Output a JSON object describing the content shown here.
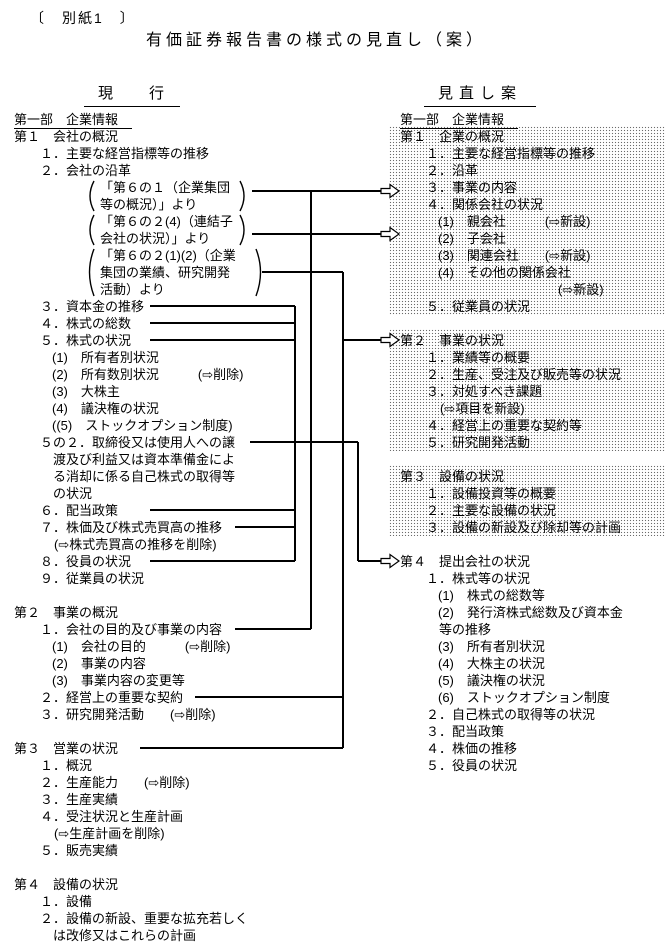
{
  "page": {
    "tag": "〔　別紙1　〕",
    "title": "有価証券報告書の様式の見直し（案）",
    "current_header": "現　　行",
    "revised_header": "見直し案"
  },
  "colors": {
    "ink": "#000000",
    "paper": "#ffffff",
    "shade_dots": "#6b6b6b"
  },
  "icons": {
    "arrow_right_hollow": "⇨"
  },
  "left": {
    "rows": [
      {
        "t": "第一部　企業情報",
        "lv": "part",
        "u": true
      },
      {
        "t": "第１　会社の概況",
        "lv": "part"
      },
      {
        "t": "１．主要な経営指標等の推移",
        "lv": "num"
      },
      {
        "t": "２．会社の沿革",
        "lv": "num"
      },
      {
        "t": "「第６の１（企業集団",
        "lv": "bkt"
      },
      {
        "t": "等の概況）」より",
        "lv": "bkt"
      },
      {
        "t": "「第６の２(4)（連結子",
        "lv": "bkt"
      },
      {
        "t": "会社の状況）」より",
        "lv": "bkt"
      },
      {
        "t": "「第６の２(1)(2)（企業",
        "lv": "bkt"
      },
      {
        "t": "集団の業績、研究開発",
        "lv": "bkt"
      },
      {
        "t": "活動）より",
        "lv": "bkt"
      },
      {
        "t": "３．資本金の推移",
        "lv": "num"
      },
      {
        "t": "４．株式の総数",
        "lv": "num"
      },
      {
        "t": "５．株式の状況",
        "lv": "num"
      },
      {
        "t": "(1)　所有者別状況",
        "lv": "sub"
      },
      {
        "t": "(2)　所有数別状況　　　(⇨削除)",
        "lv": "sub"
      },
      {
        "t": "(3)　大株主",
        "lv": "sub"
      },
      {
        "t": "(4)　議決権の状況",
        "lv": "sub"
      },
      {
        "t": "((5)　ストックオプション制度)",
        "lv": "sub"
      },
      {
        "t": "５の２．取締役又は使用人への譲",
        "lv": "num"
      },
      {
        "t": "渡及び利益又は資本準備金によ",
        "lv": "cont"
      },
      {
        "t": "る消却に係る自己株式の取得等",
        "lv": "cont"
      },
      {
        "t": "の状況",
        "lv": "cont"
      },
      {
        "t": "６．配当政策",
        "lv": "num"
      },
      {
        "t": "７．株価及び株式売買高の推移",
        "lv": "num"
      },
      {
        "t": "(⇨株式売買高の推移を削除)",
        "lv": "note"
      },
      {
        "t": "８．役員の状況",
        "lv": "num"
      },
      {
        "t": "９．従業員の状況",
        "lv": "num"
      },
      {
        "sp": true
      },
      {
        "t": "第２　事業の概況",
        "lv": "part"
      },
      {
        "t": "１．会社の目的及び事業の内容",
        "lv": "num"
      },
      {
        "t": "(1)　会社の目的　　　(⇨削除)",
        "lv": "sub"
      },
      {
        "t": "(2)　事業の内容",
        "lv": "sub"
      },
      {
        "t": "(3)　事業内容の変更等",
        "lv": "sub"
      },
      {
        "t": "２．経営上の重要な契約",
        "lv": "num"
      },
      {
        "t": "３．研究開発活動　　(⇨削除)",
        "lv": "num"
      },
      {
        "sp": true
      },
      {
        "t": "第３　営業の状況",
        "lv": "part"
      },
      {
        "t": "１．概況",
        "lv": "num"
      },
      {
        "t": "２．生産能力　　(⇨削除)",
        "lv": "num"
      },
      {
        "t": "３．生産実績",
        "lv": "num"
      },
      {
        "t": "４．受注状況と生産計画",
        "lv": "num"
      },
      {
        "t": "(⇨生産計画を削除)",
        "lv": "note"
      },
      {
        "t": "５．販売実績",
        "lv": "num"
      },
      {
        "sp": true
      },
      {
        "t": "第４　設備の状況",
        "lv": "part"
      },
      {
        "t": "１．設備",
        "lv": "num"
      },
      {
        "t": "２．設備の新設、重要な拡充若しく",
        "lv": "num"
      },
      {
        "t": "は改修又はこれらの計画",
        "lv": "cont"
      }
    ]
  },
  "right": {
    "rows": [
      {
        "t": "第一部　企業情報",
        "lv": "part",
        "u": true
      },
      {
        "t": "第１　企業の概況",
        "lv": "part"
      },
      {
        "t": "１．主要な経営指標等の推移",
        "lv": "num"
      },
      {
        "t": "２．沿革",
        "lv": "num"
      },
      {
        "t": "３．事業の内容",
        "lv": "num"
      },
      {
        "t": "４．関係会社の状況",
        "lv": "num"
      },
      {
        "t": "(1)　親会社　　　(⇨新設)",
        "lv": "sub"
      },
      {
        "t": "(2)　子会社",
        "lv": "sub"
      },
      {
        "t": "(3)　関連会社　　(⇨新設)",
        "lv": "sub"
      },
      {
        "t": "(4)　その他の関係会社",
        "lv": "sub"
      },
      {
        "t": "(⇨新設)",
        "lv": "noter"
      },
      {
        "t": "５．従業員の状況",
        "lv": "num"
      },
      {
        "sp": true
      },
      {
        "t": "第２　事業の状況",
        "lv": "part"
      },
      {
        "t": "１．業績等の概要",
        "lv": "num"
      },
      {
        "t": "２．生産、受注及び販売等の状況",
        "lv": "num"
      },
      {
        "t": "３．対処すべき課題",
        "lv": "num"
      },
      {
        "t": "(⇨項目を新設)",
        "lv": "note"
      },
      {
        "t": "４．経営上の重要な契約等",
        "lv": "num"
      },
      {
        "t": "５．研究開発活動",
        "lv": "num"
      },
      {
        "sp": true
      },
      {
        "t": "第３　設備の状況",
        "lv": "part"
      },
      {
        "t": "１．設備投資等の概要",
        "lv": "num"
      },
      {
        "t": "２．主要な設備の状況",
        "lv": "num"
      },
      {
        "t": "３．設備の新設及び除却等の計画",
        "lv": "num"
      },
      {
        "sp": true
      },
      {
        "t": "第４　提出会社の状況",
        "lv": "part"
      },
      {
        "t": "１．株式等の状況",
        "lv": "num"
      },
      {
        "t": "(1)　株式の総数等",
        "lv": "sub"
      },
      {
        "t": "(2)　発行済株式総数及び資本金",
        "lv": "sub"
      },
      {
        "t": "等の推移",
        "lv": "cont"
      },
      {
        "t": "(3)　所有者別状況",
        "lv": "sub"
      },
      {
        "t": "(4)　大株主の状況",
        "lv": "sub"
      },
      {
        "t": "(5)　議決権の状況",
        "lv": "sub"
      },
      {
        "t": "(6)　ストックオプション制度",
        "lv": "sub"
      },
      {
        "t": "２．自己株式の取得等の状況",
        "lv": "num"
      },
      {
        "t": "３．配当政策",
        "lv": "num"
      },
      {
        "t": "４．株価の推移",
        "lv": "num"
      },
      {
        "t": "５．役員の状況",
        "lv": "num"
      }
    ]
  }
}
